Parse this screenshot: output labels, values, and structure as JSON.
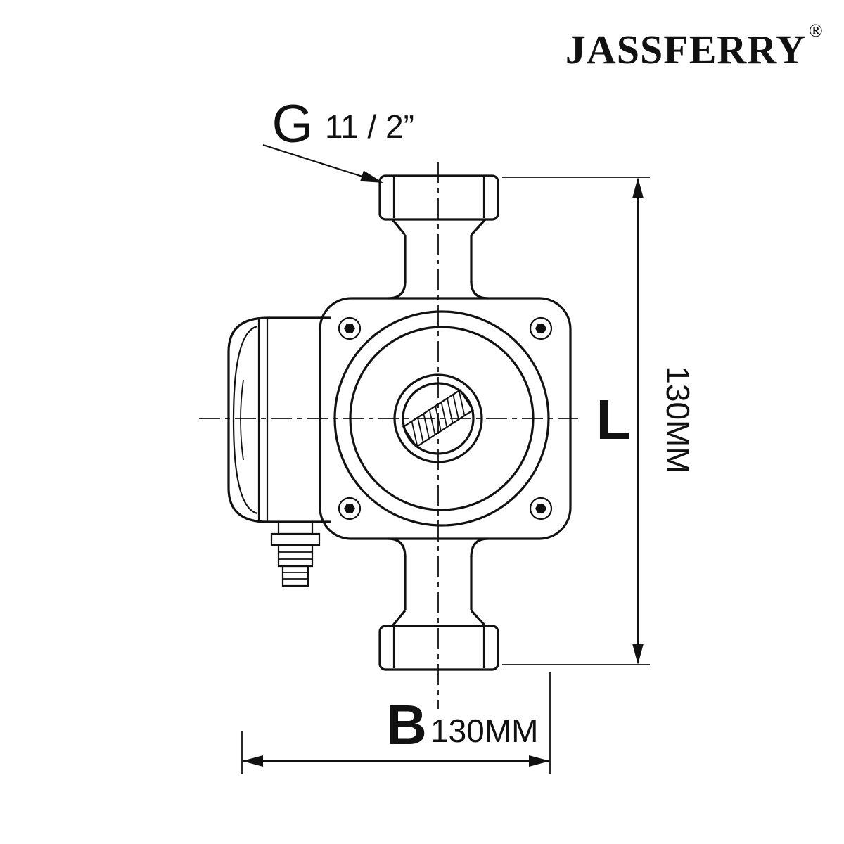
{
  "brand": {
    "name": "JASSFERRY",
    "registered_mark": "®"
  },
  "callouts": {
    "thread": {
      "label": "G",
      "size": "11 / 2”"
    },
    "height_dim": {
      "label": "L",
      "value": "130MM"
    },
    "width_dim": {
      "label": "B",
      "value": "130MM"
    }
  },
  "colors": {
    "ink": "#111111",
    "background": "#ffffff"
  }
}
